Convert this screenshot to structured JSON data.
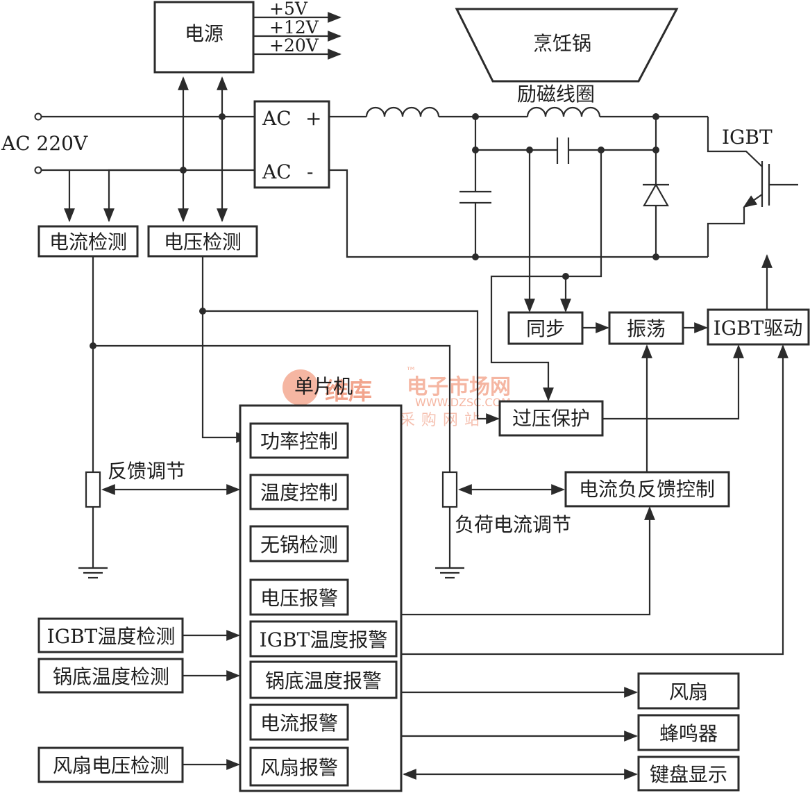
{
  "blocks": {
    "power": "电源",
    "pot": "烹饪锅",
    "coil": "励磁线圈",
    "igbt": "IGBT",
    "ac_plus": "AC",
    "ac_minus": "AC",
    "plus_sign": "+",
    "minus_sign": "-",
    "ac220": "AC 220V",
    "current_detect": "电流检测",
    "voltage_detect": "电压检测",
    "sync": "同步",
    "osc": "振荡",
    "igbt_drive": "IGBT驱动",
    "mcu": "单片机",
    "overvolt": "过压保护",
    "power_ctrl": "功率控制",
    "temp_ctrl": "温度控制",
    "no_pot": "无锅检测",
    "volt_alarm": "电压报警",
    "igbt_temp_alarm": "IGBT温度报警",
    "pot_temp_alarm": "锅底温度报警",
    "current_alarm": "电流报警",
    "fan_alarm": "风扇报警",
    "feedback": "反馈调节",
    "load_current": "负荷电流调节",
    "neg_feedback": "电流负反馈控制",
    "igbt_temp_detect": "IGBT温度检测",
    "pot_temp_detect": "锅底温度检测",
    "fan_volt_detect": "风扇电压检测",
    "fan": "风扇",
    "buzzer": "蜂鸣器",
    "keyboard": "键盘显示"
  },
  "rails": {
    "v5": "+5V",
    "v12": "+12V",
    "v20": "+20V"
  },
  "watermark": {
    "brand": "维库",
    "name": "电子市场网",
    "tm": "™",
    "url": "WWW.DZSC.COM",
    "slogan": "全球最大IC采购网站"
  },
  "colors": {
    "line": "#2b2b2b",
    "watermark": "#f2a58d"
  }
}
